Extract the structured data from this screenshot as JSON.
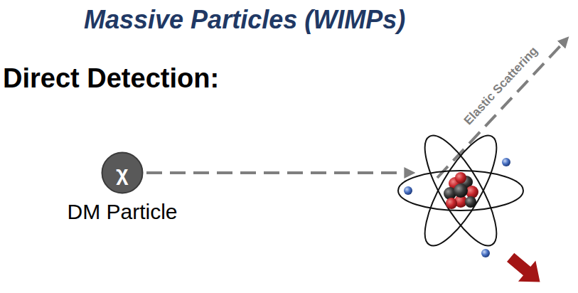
{
  "diagram": {
    "nodes": [
      {
        "text": [
          "χ",
          "DM Particle"
        ]
      }
    ],
    "labels": [
      "Massive Particles (WIMPs)",
      "Direct Detection:",
      "Elastic Scattering"
    ]
  }
}
